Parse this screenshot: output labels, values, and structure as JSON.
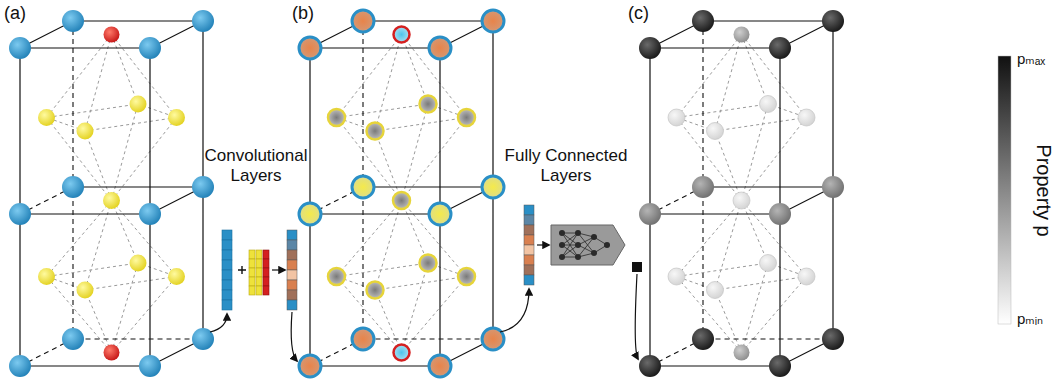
{
  "diagram": {
    "labels": [
      "(a)",
      "(b)",
      "(c)",
      "Convolutional Layers",
      "Fully Connected Layers",
      "Property p",
      "pₘₐₓ",
      "pₘᵢₙ"
    ]
  }
}
